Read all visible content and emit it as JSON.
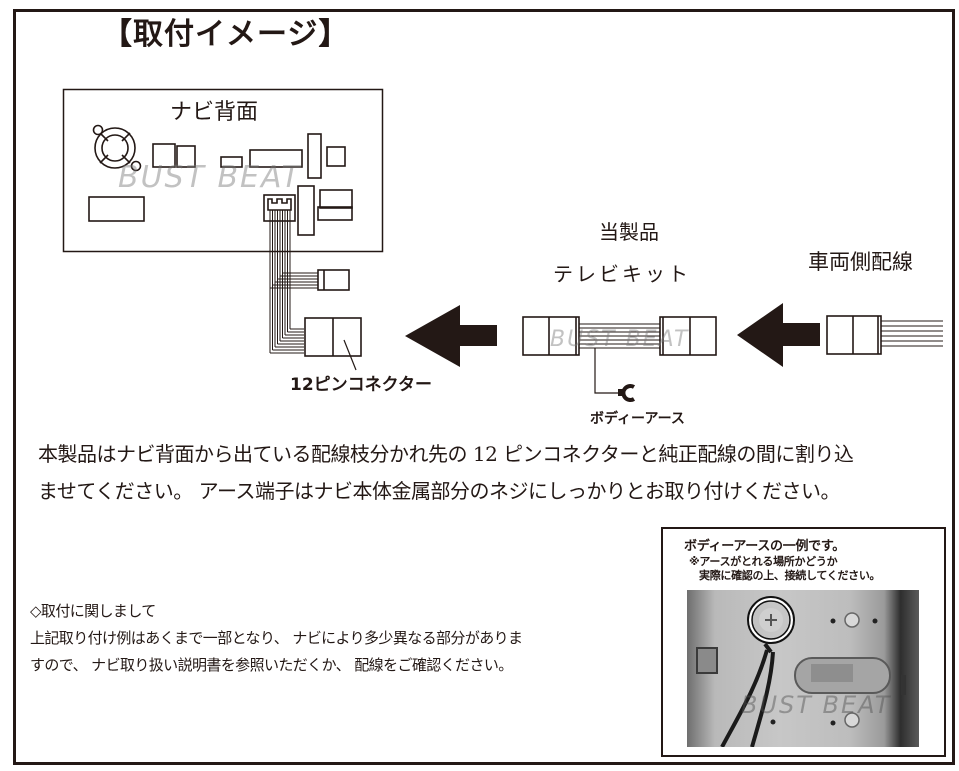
{
  "title": "【取付イメージ】",
  "diagram": {
    "navi_back_label": "ナビ背面",
    "product_label": "当製品",
    "tv_kit_label": "テレビキット",
    "vehicle_wiring_label": "車両側配線",
    "connector_label": "12ピンコネクター",
    "body_earth_label": "ボディーアース",
    "watermark": "BUST BEAT"
  },
  "instructions": {
    "line1": "本製品はナビ背面から出ている配線枝分かれ先の 12 ピンコネクターと純正配線の間に割り込",
    "line2": "ませてください。 アース端子はナビ本体金属部分のネジにしっかりとお取り付けください。"
  },
  "note": {
    "heading": "◇取付に関しまして",
    "line1": "上記取り付け例はあくまで一部となり、 ナビにより多少異なる部分がありま",
    "line2": "すので、 ナビ取り扱い説明書を参照いただくか、 配線をご確認ください。"
  },
  "inset": {
    "title": "ボディーアースの一例です。",
    "sub1": "※アースがとれる場所かどうか",
    "sub2": "実際に確認の上、接続してください。",
    "watermark": "BUST BEAT"
  }
}
